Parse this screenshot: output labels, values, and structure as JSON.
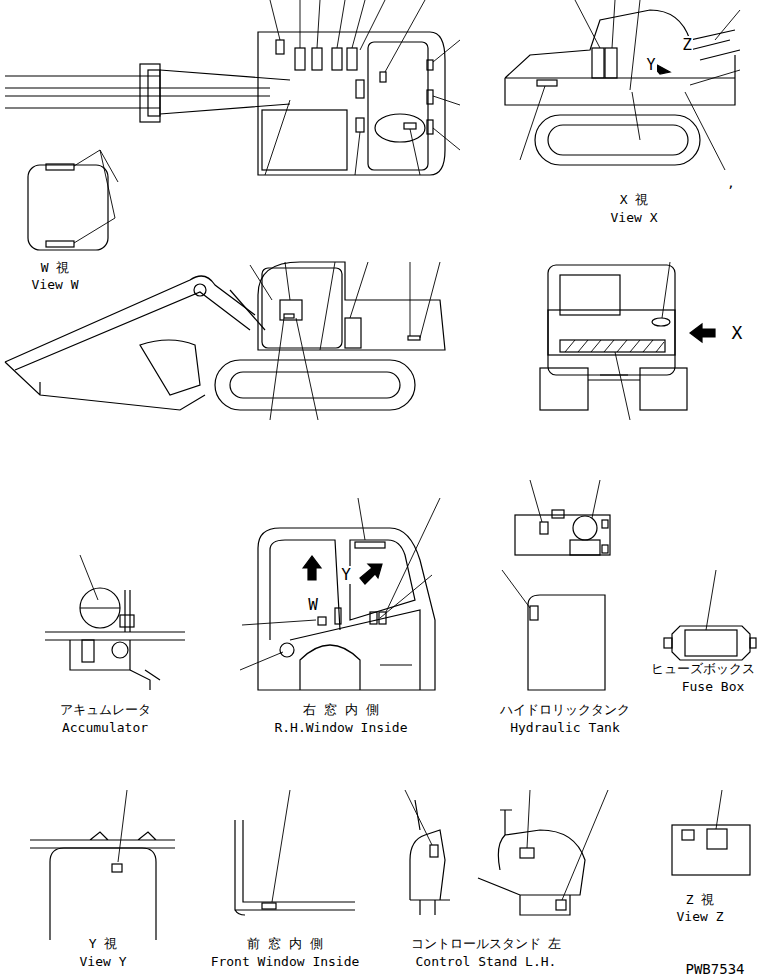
{
  "diagram": {
    "labels": [
      "Z",
      "Y",
      "X 視",
      "View X",
      "W 視",
      "View W",
      ",",
      "X",
      "Y",
      "W",
      "アキュムレータ",
      "Accumulator",
      "右 窓 内 側",
      "R.H.Window Inside",
      "ハイドロリックタンク",
      "Hydraulic Tank",
      "ヒューズボックス",
      "Fuse Box",
      "Y 視",
      "View Y",
      "前 窓 内 側",
      "Front Window Inside",
      "コントロールスタンド 左",
      "Control Stand L.H.",
      "Z 視",
      "View Z",
      "PWB7534"
    ]
  }
}
